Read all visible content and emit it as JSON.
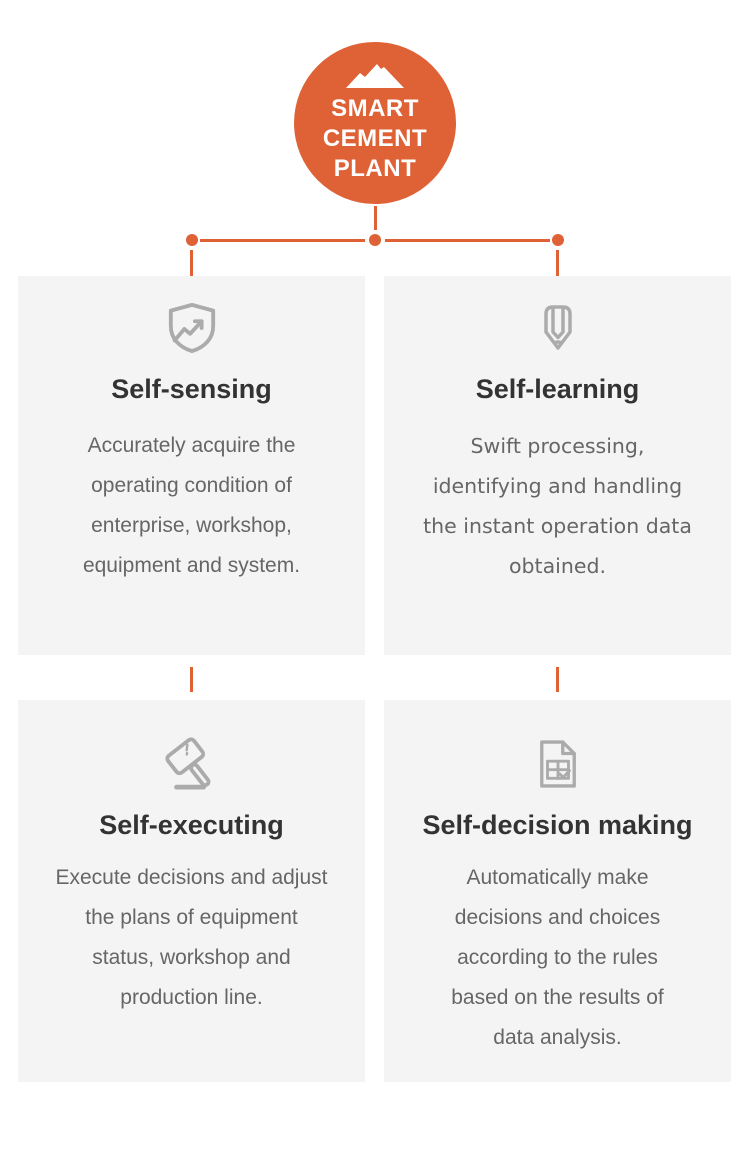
{
  "colors": {
    "accent": "#DF6236",
    "card_bg": "#F4F4F4",
    "title_text": "#333333",
    "body_text": "#666666",
    "icon_stroke": "#ABABAB",
    "hero_text": "#FFFFFF"
  },
  "hero": {
    "title": "SMART CEMENT PLANT",
    "icon": "mountain-icon"
  },
  "cards": [
    {
      "id": "self-sensing",
      "icon": "shield-trend-icon",
      "title": "Self-sensing",
      "body_lines": [
        "Accurately acquire the",
        "operating condition of",
        "enterprise, workshop,",
        "equipment and system."
      ]
    },
    {
      "id": "self-learning",
      "icon": "pencil-icon",
      "title": "Self-learning",
      "body_lines": [
        "Swift processing,",
        "identifying and handling",
        "the instant operation data",
        "obtained."
      ]
    },
    {
      "id": "self-executing",
      "icon": "gavel-icon",
      "title": "Self-executing",
      "body_lines": [
        "Execute decisions and adjust",
        "the plans of equipment",
        "status, workshop and",
        "production line."
      ]
    },
    {
      "id": "self-decision-making",
      "icon": "document-check-icon",
      "title": "Self-decision making",
      "body_lines": [
        "Automatically make",
        "decisions and choices",
        "according to the rules",
        "based on the results of",
        "data analysis."
      ]
    }
  ]
}
